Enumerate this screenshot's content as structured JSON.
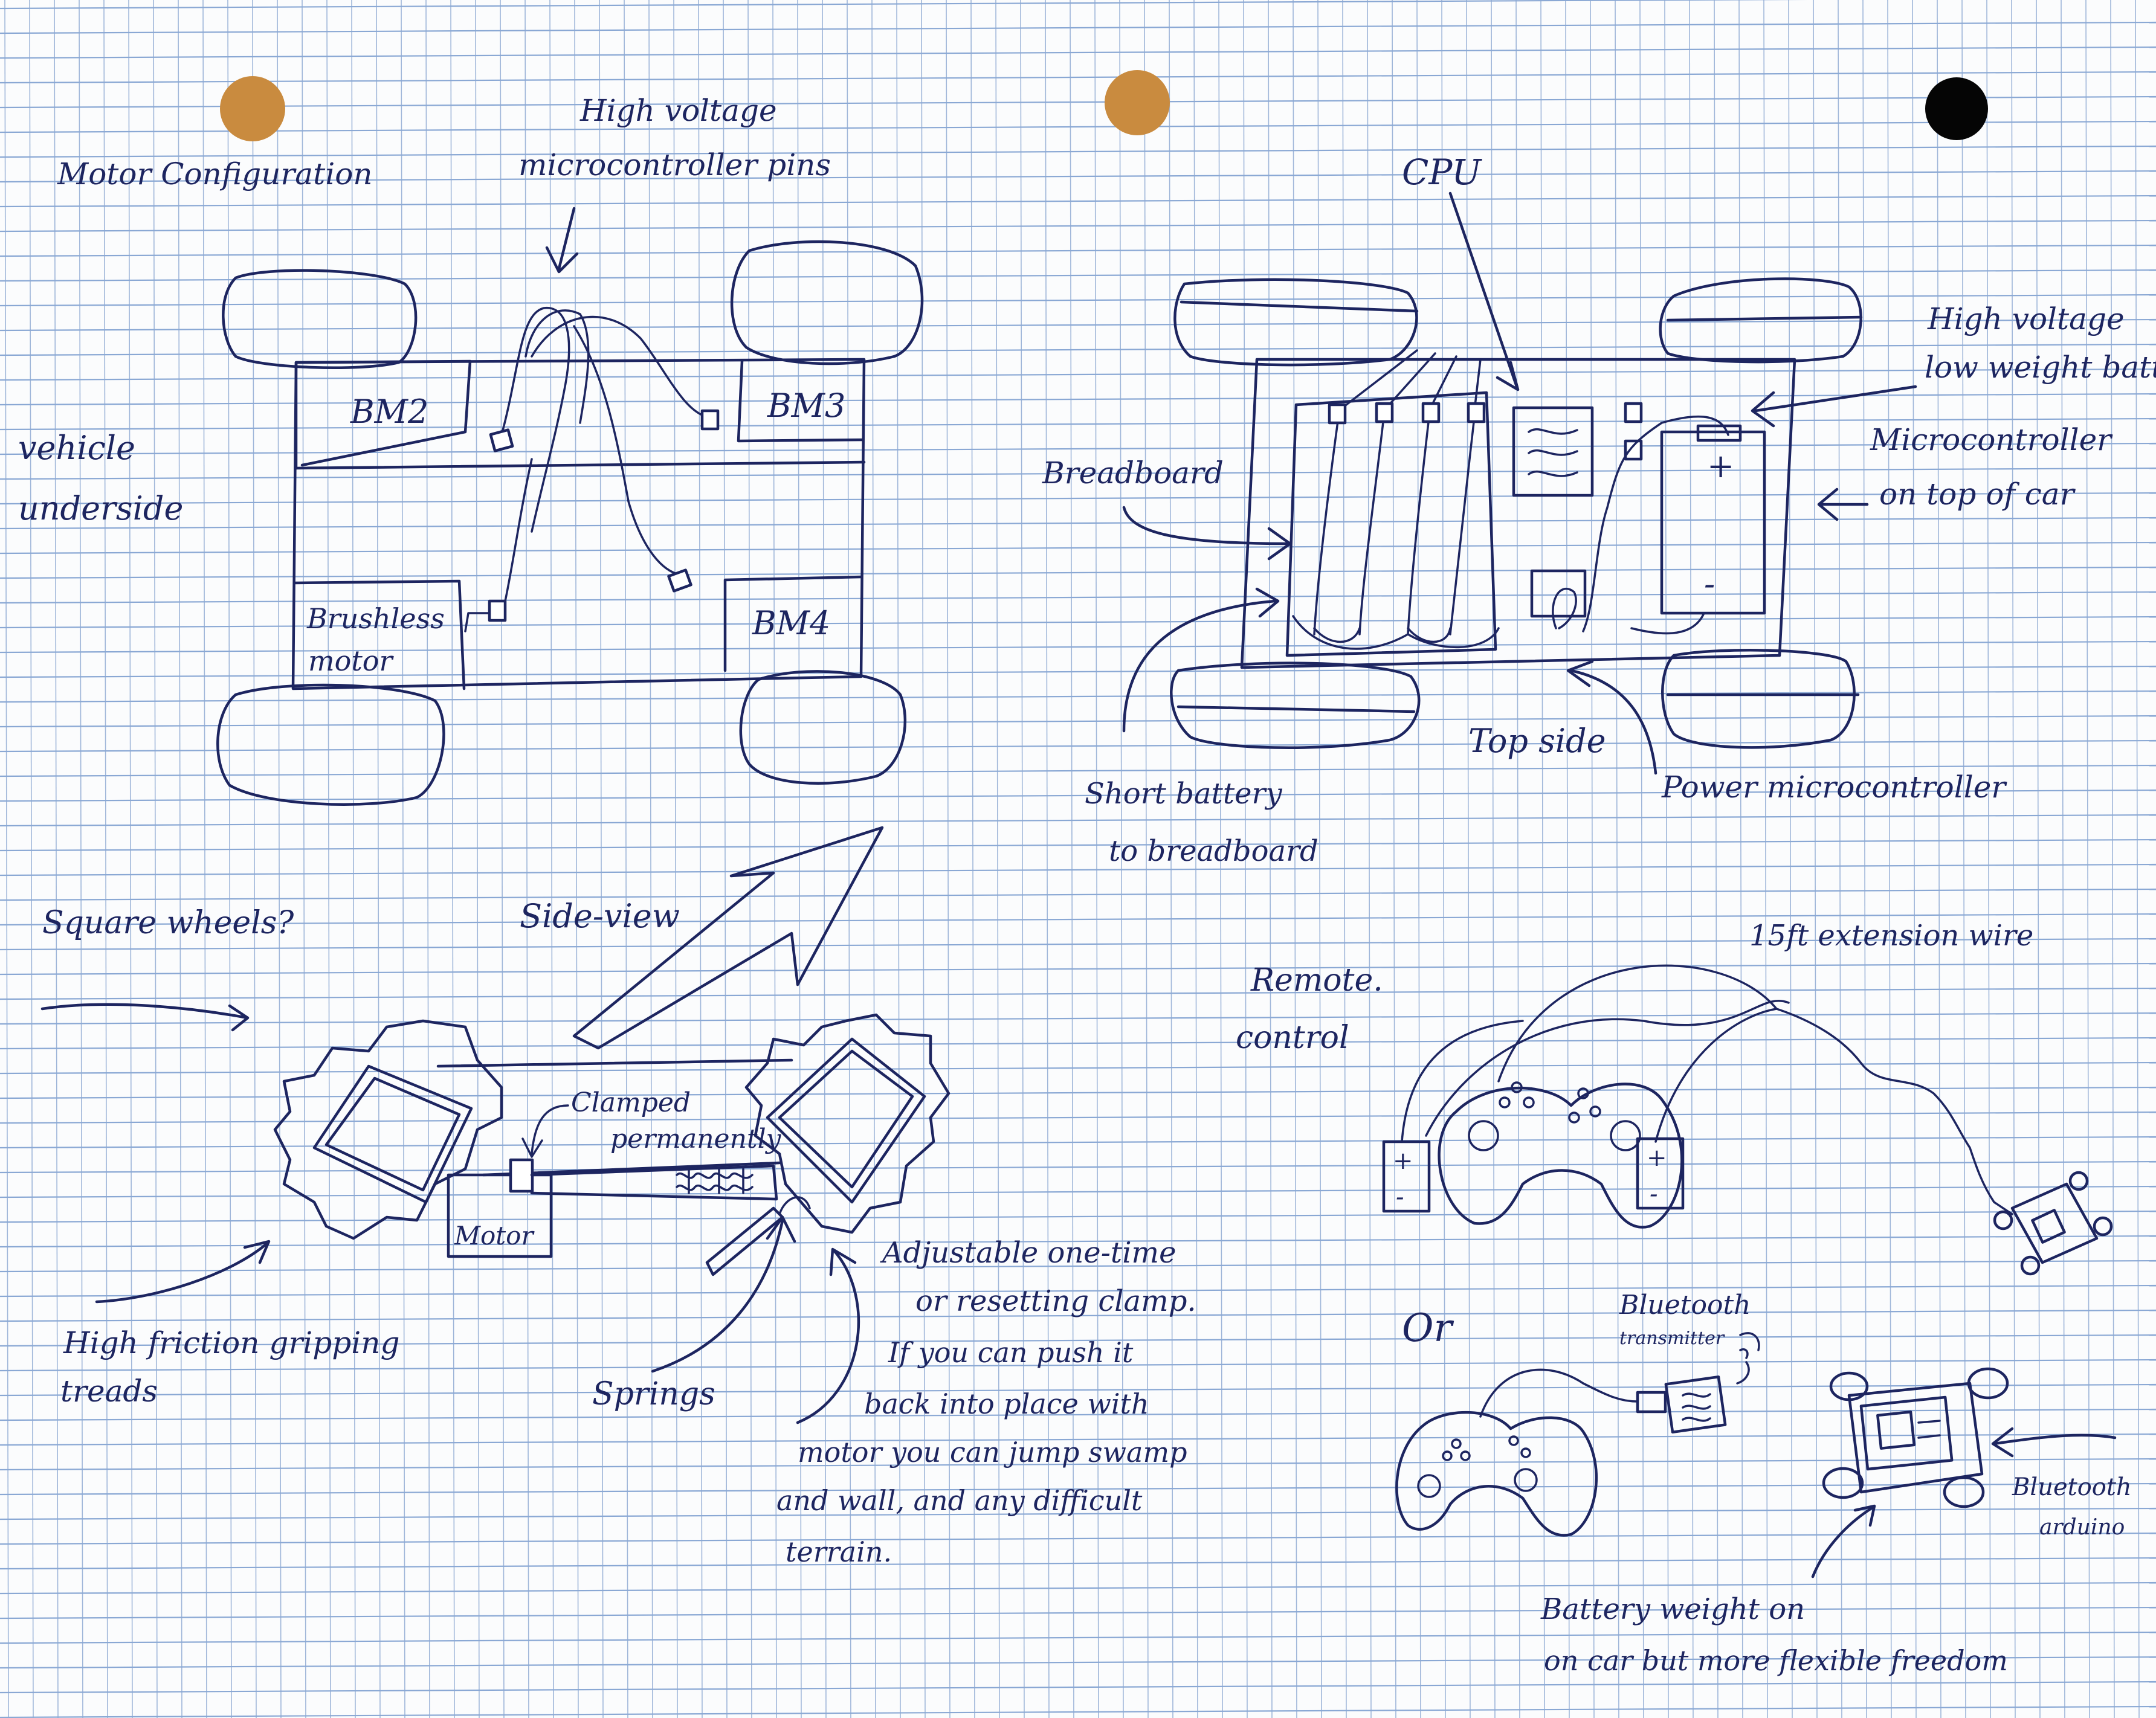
{
  "page": {
    "background": "#fbfcfd",
    "grid_color": "#9fb6d9",
    "ink_color": "#1d2560",
    "holes": [
      {
        "name": "binder-hole-left",
        "color": "#c98b3f"
      },
      {
        "name": "binder-hole-middle",
        "color": "#c98b3f"
      },
      {
        "name": "binder-hole-right",
        "color": "#050505"
      }
    ]
  },
  "underside": {
    "title": "Motor Configuration",
    "pins_label_line1": "High voltage",
    "pins_label_line2": "microcontroller pins",
    "side_label_line1": "vehicle",
    "side_label_line2": "underside",
    "motor_bm2": "BM2",
    "motor_bm3": "BM3",
    "motor_bm4": "BM4",
    "brushless_line1": "Brushless",
    "brushless_line2": "motor"
  },
  "topside": {
    "cpu_label": "CPU",
    "battery_label_line1": "High voltage",
    "battery_label_line2": "low weight batte",
    "mcu_label_line1": "Microcontroller",
    "mcu_label_line2": "on top of car",
    "breadboard_label": "Breadboard",
    "short_label_line1": "Short battery",
    "short_label_line2": "to breadboard",
    "top_side_label": "Top side",
    "power_label": "Power microcontroller",
    "plus": "+",
    "minus": "-"
  },
  "sideview": {
    "question": "Square wheels?",
    "title": "Side-view",
    "clamped_line1": "Clamped",
    "clamped_line2": "permanently",
    "motor_label": "Motor",
    "treads_line1": "High friction gripping",
    "treads_line2": "treads",
    "springs_label": "Springs",
    "note_line1": "Adjustable one-time",
    "note_line2": "or resetting clamp.",
    "note_line3": "If you can push it",
    "note_line4": "back into place with",
    "note_line5": "motor you can jump swamp",
    "note_line6": "and wall, and any difficult",
    "note_line7": "terrain."
  },
  "remote": {
    "title_line1": "Remote.",
    "title_line2": "control",
    "wire_label": "15ft extension wire",
    "or_label": "Or",
    "bt_tx_line1": "Bluetooth",
    "bt_tx_line2": "transmitter",
    "bt_rx_line1": "Bluetooth",
    "bt_rx_line2": "arduino",
    "battery_note_line1": "Battery weight on",
    "battery_note_line2": "on car but more flexible freedom",
    "plus": "+",
    "minus": "-"
  }
}
